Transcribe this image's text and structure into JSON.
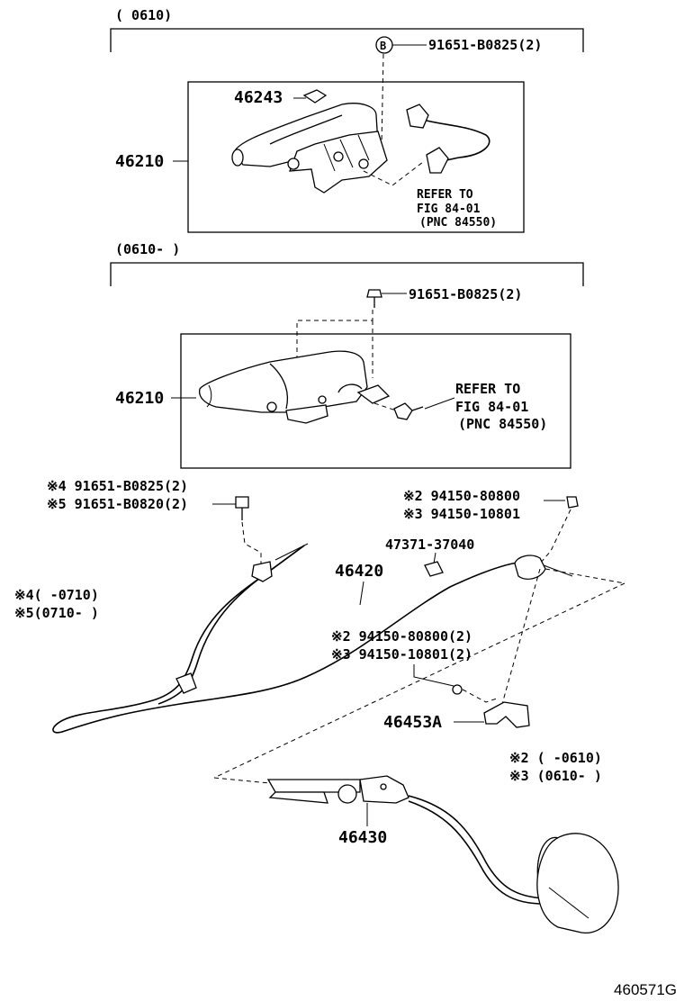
{
  "sections": {
    "upper_range": "(     0610)",
    "lower_range": "(0610-     )"
  },
  "labels": {
    "bolt_b_upper": "91651-B0825(2)",
    "bolt_b_marker": "B",
    "lever_cover": "46243",
    "lever_upper": "46210",
    "refer_upper_1": "REFER TO",
    "refer_upper_2": "FIG 84-01",
    "refer_upper_3": "(PNC 84550)",
    "bolt_lower": "91651-B0825(2)",
    "lever_lower": "46210",
    "refer_lower_1": "REFER TO",
    "refer_lower_2": "FIG 84-01",
    "refer_lower_3": "(PNC 84550)",
    "bolt_left_4": "※4 91651-B0825(2)",
    "bolt_left_5": "※5 91651-B0820(2)",
    "nut_right_2": "※2 94150-80800",
    "nut_right_3": "※3 94150-10801",
    "clip": "47371-37040",
    "cable_no1": "46420",
    "note_4": "※4(      -0710)",
    "note_5": "※5(0710-      )",
    "nut_mid_2": "※2 94150-80800(2)",
    "nut_mid_3": "※3 94150-10801(2)",
    "bracket": "46453A",
    "note_2": "※2  (      -0610)",
    "note_3": "※3  (0610-      )",
    "cable_no3": "46430",
    "figure_code": "460571G"
  }
}
